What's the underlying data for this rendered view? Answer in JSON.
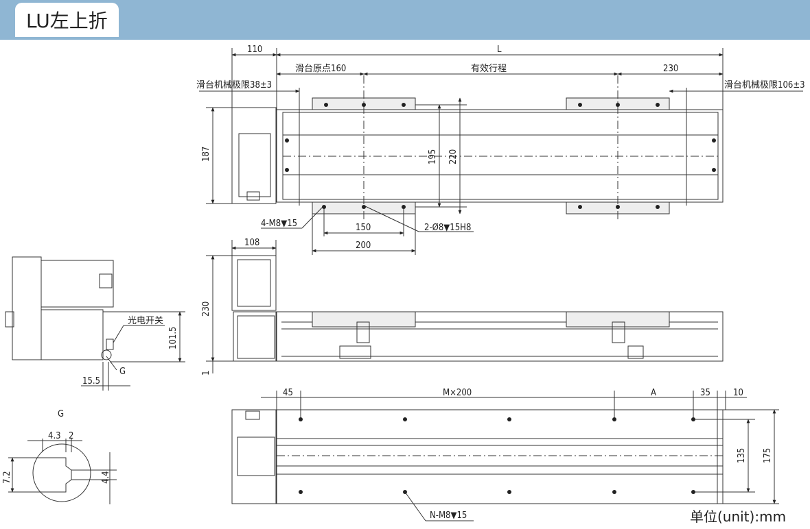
{
  "header": {
    "title": "LU左上折"
  },
  "labels": {
    "L": "L",
    "d110": "110",
    "origin": "滑台原点160",
    "stroke": "有效行程",
    "d230_top": "230",
    "limit_left": "滑台机械极限38±3",
    "limit_right": "滑台机械极限106±3",
    "d187": "187",
    "d195": "195",
    "d220": "220",
    "m8_4": "4-M8▼15",
    "pin_2": "2-Ø8▼15H8",
    "d150": "150",
    "d200": "200",
    "d108": "108",
    "d230_side": "230",
    "d1": "1",
    "photo_switch": "光电开关",
    "d101_5": "101.5",
    "G": "G",
    "d15_5": "15.5",
    "detail_G": "G",
    "d4_3": "4.3",
    "d2": "2",
    "d7_2": "7.2",
    "d4_4": "4.4",
    "d45": "45",
    "mx200": "M×200",
    "A": "A",
    "d35": "35",
    "d10": "10",
    "d135": "135",
    "d175": "175",
    "nm8": "N-M8▼15"
  },
  "unit_note": "单位(unit):mm"
}
